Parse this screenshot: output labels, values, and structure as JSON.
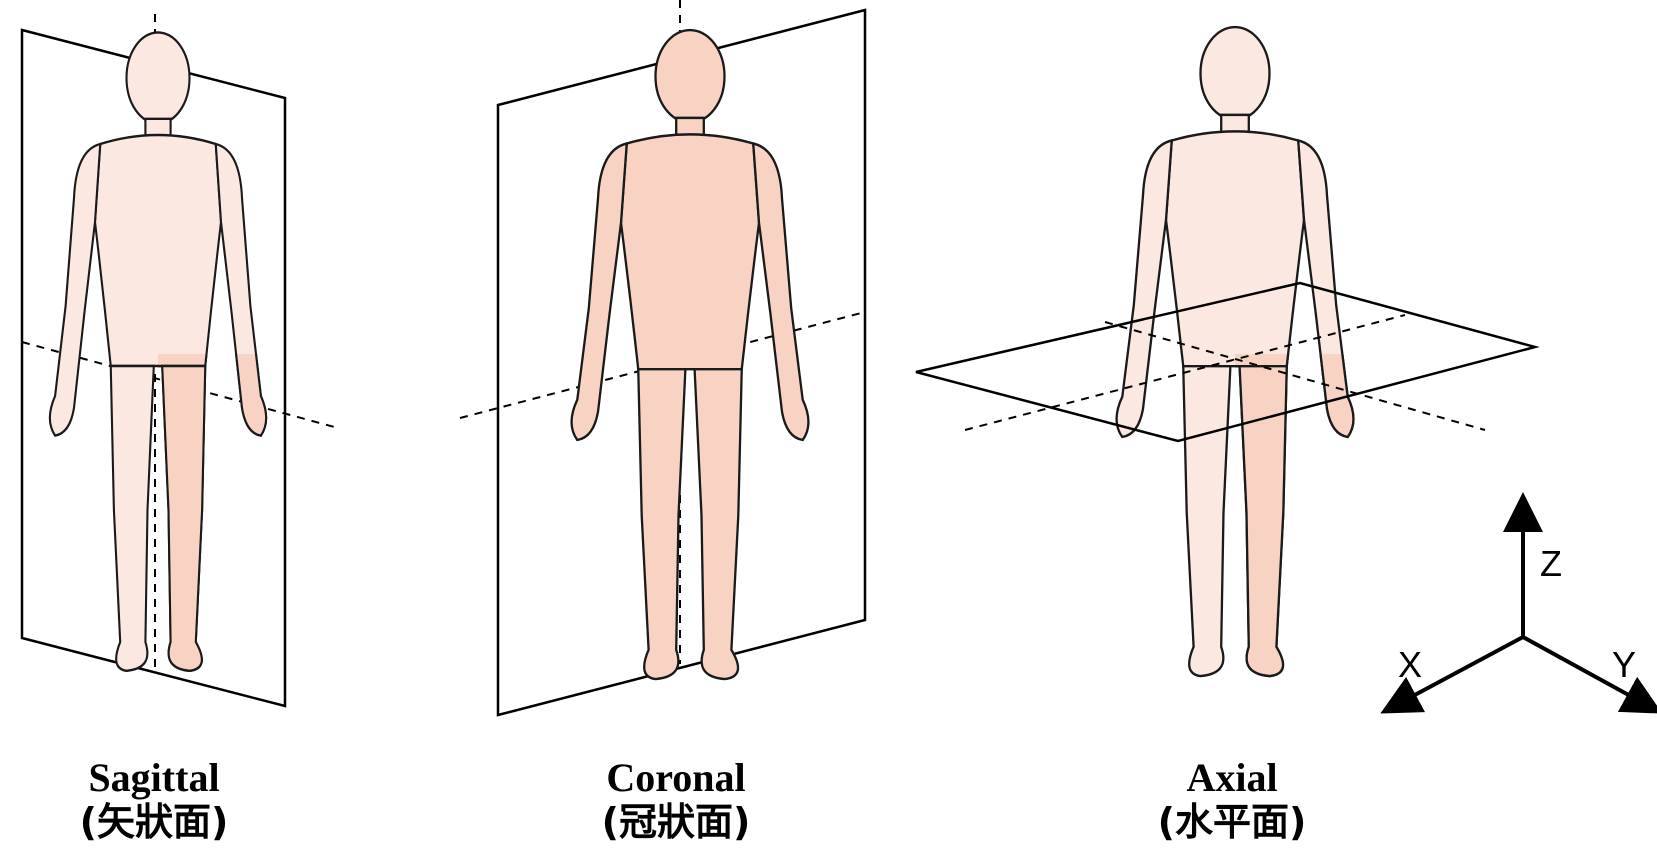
{
  "planes": [
    {
      "name": "Sagittal",
      "native_name": "(矢狀面)"
    },
    {
      "name": "Coronal",
      "native_name": "(冠狀面)"
    },
    {
      "name": "Axial",
      "native_name": "(水平面)"
    }
  ],
  "axes": {
    "x": "X",
    "y": "Y",
    "z": "Z"
  },
  "colors": {
    "body_fill": "#f8d3c4",
    "body_faded": "#fbe8e0",
    "outline": "#1a1a1a",
    "plane_line": "#000000"
  }
}
